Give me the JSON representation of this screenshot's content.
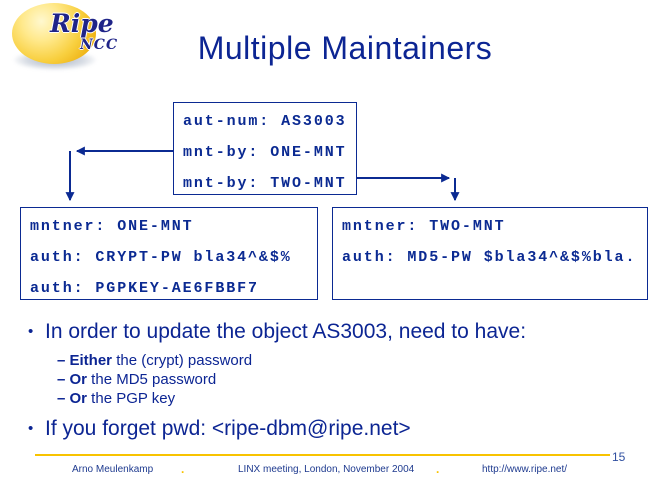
{
  "title": "Multiple Maintainers",
  "logo": {
    "ripe": "Ripe",
    "ncc": "NCC"
  },
  "diagram": {
    "aut_num_box": {
      "lines": [
        "aut-num: AS3003",
        "mnt-by: ONE-MNT",
        "mnt-by: TWO-MNT"
      ]
    },
    "one_mnt_box": {
      "lines": [
        "mntner: ONE-MNT",
        "auth: CRYPT-PW bla34^&$%",
        "auth: PGPKEY-AE6FBBF7"
      ]
    },
    "two_mnt_box": {
      "lines": [
        "mntner: TWO-MNT",
        "auth: MD5-PW $bla34^&$%bla."
      ]
    }
  },
  "bullets": {
    "bullet_char": "•",
    "first": {
      "text": "In order to update the object AS3003, need to have:",
      "sub": [
        {
          "bold": "– Either",
          "rest": " the (crypt) password"
        },
        {
          "bold": "– Or",
          "rest": " the MD5 password"
        },
        {
          "bold": "– Or",
          "rest": " the PGP key"
        }
      ]
    },
    "second": {
      "text": "If you forget pwd: <ripe-dbm@ripe.net>"
    }
  },
  "footer": {
    "author": "Arno Meulenkamp",
    "separator": ".",
    "event": "LINX meeting, London, November 2004",
    "url": "http://www.ripe.net/",
    "page": "15"
  },
  "colors": {
    "text_blue": "#0c2593",
    "mono_blue": "#0b2a92",
    "accent_yellow": "#f8c300",
    "page_number_blue": "#2f4fa0",
    "footer_blue": "#1e3a8f",
    "logo_blue": "#1f2488",
    "logo_yellow": "#f5c021"
  }
}
